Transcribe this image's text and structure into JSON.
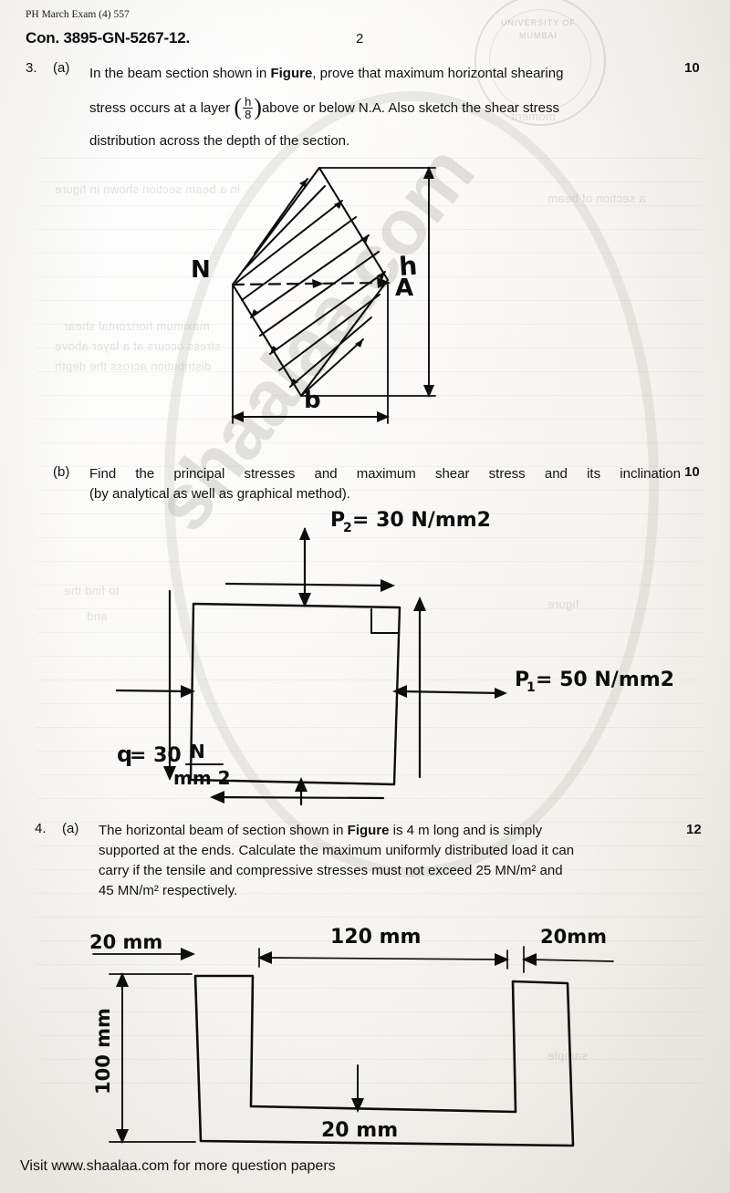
{
  "page": {
    "header_small": "PH March Exam (4)  557",
    "con_number": "Con. 3895-GN-5267-12.",
    "page_number": "2",
    "footer": "Visit www.shaalaa.com for more question papers"
  },
  "watermark": {
    "text": "shaalaa.com",
    "stamp_text": "UNIVERSITY OF MUMBAI",
    "ring_color": "#96928a"
  },
  "questions": [
    {
      "number": "3.",
      "parts": [
        {
          "letter": "(a)",
          "text_before_fraction": "In the beam section shown in Figure, prove that maximum horizontal shearing stress occurs at a layer",
          "line1_a": "In the beam section shown in ",
          "line1_bold": "Figure",
          "line1_b": ", prove that maximum horizontal shearing",
          "line2_a": "stress occurs at a layer",
          "fraction_num": "h",
          "fraction_den": "8",
          "line2_b": "above or below N.A.    Also sketch the shear stress",
          "line3": "distribution across the depth of the section.",
          "marks": "10"
        },
        {
          "letter": "(b)",
          "line1": "Find the principal stresses and maximum shear stress and its inclination",
          "line2": "(by analytical as well as graphical method).",
          "marks": "10"
        }
      ]
    },
    {
      "number": "4.",
      "parts": [
        {
          "letter": "(a)",
          "line1_a": "The horizontal beam of  section  shown  in  ",
          "line1_bold": "Figure",
          "line1_b": " is 4 m long and is simply",
          "line2": "supported at the ends.  Calculate the maximum uniformly distributed load it can",
          "line3": "carry if the tensile and compressive stresses must not  exceed  25 MN/m² and",
          "line4": "45 MN/m² respectively.",
          "marks": "12"
        }
      ]
    }
  ],
  "figures": {
    "rhombus_section": {
      "name": "diamond-beam-section",
      "labels": {
        "neutral_left": "N",
        "neutral_right": "A",
        "height": "h",
        "width": "b"
      }
    },
    "stress_element": {
      "name": "principal-stress-element",
      "labels": {
        "top_stress": "P₂ = 30 N/mm2",
        "top_stress_sym": "P",
        "top_stress_sub": "2",
        "top_stress_val": "= 30 N/mm2",
        "right_stress_sym": "P",
        "right_stress_sub": "1",
        "right_stress_val": "= 50 N/mm2",
        "shear_sym": "q",
        "shear_val": "= 30",
        "shear_num": "N",
        "shear_den": "mm 2"
      }
    },
    "channel_section": {
      "name": "u-channel-beam-section",
      "labels": {
        "left_flange": "20 mm",
        "inner_width": "120 mm",
        "right_flange": "20mm",
        "overall_depth": "100 mm",
        "bottom_flange": "20 mm"
      }
    }
  }
}
